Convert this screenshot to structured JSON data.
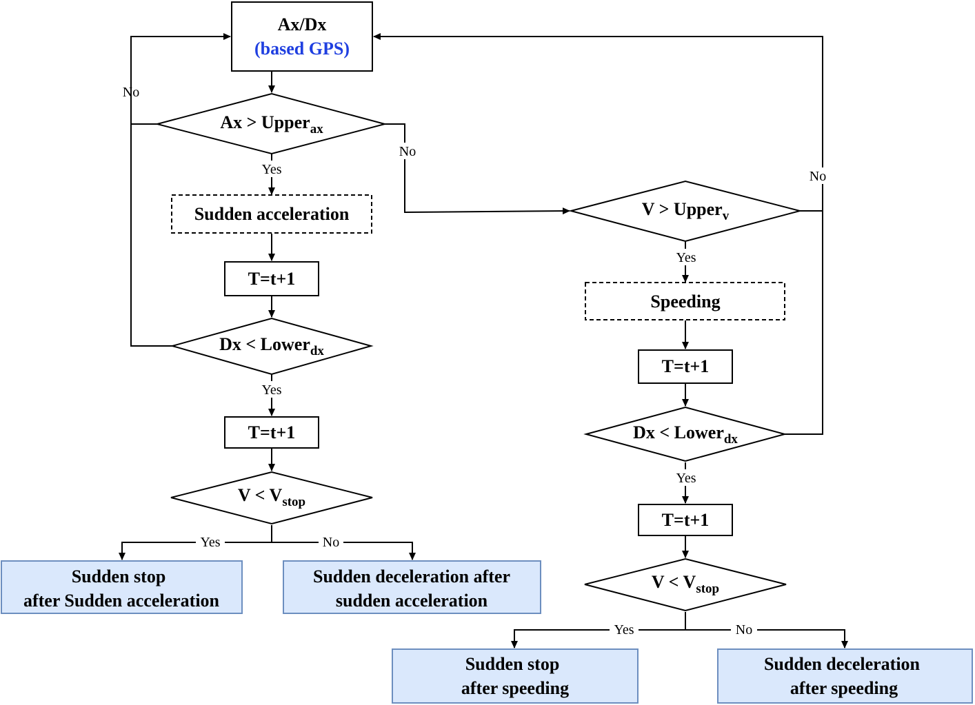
{
  "nodes": {
    "start": {
      "line1": "Ax/Dx",
      "line2": "(based GPS)"
    },
    "d_ax": {
      "main": "Ax > Upper",
      "sub": "ax"
    },
    "sudden_accel": "Sudden acceleration",
    "t1": "T=t+1",
    "d_dx_left": {
      "main": "Dx < Lower",
      "sub": "dx"
    },
    "t2": "T=t+1",
    "d_vstop_left": {
      "main": "V < V",
      "sub": "stop"
    },
    "r1": {
      "line1": "Sudden stop",
      "line2": "after Sudden acceleration"
    },
    "r2": {
      "line1": "Sudden deceleration after",
      "line2": "sudden acceleration"
    },
    "d_v": {
      "main": "V > Upper",
      "sub": "v"
    },
    "speeding": "Speeding",
    "t3": "T=t+1",
    "d_dx_right": {
      "main": "Dx < Lower",
      "sub": "dx"
    },
    "t4": "T=t+1",
    "d_vstop_right": {
      "main": "V < V",
      "sub": "stop"
    },
    "r3": {
      "line1": "Sudden stop",
      "line2": "after speeding"
    },
    "r4": {
      "line1": "Sudden deceleration",
      "line2": "after speeding"
    }
  },
  "edges": {
    "no_left_loop": "No",
    "yes_ax": "Yes",
    "no_ax": "No",
    "yes_dx_left": "Yes",
    "yes_vstop_left": "Yes",
    "no_vstop_left": "No",
    "no_right_loop": "No",
    "yes_v": "Yes",
    "yes_dx_right": "Yes",
    "yes_vstop_right": "Yes",
    "no_vstop_right": "No"
  },
  "colors": {
    "result_fill": "#dae8fc",
    "result_stroke": "#6c8ebf",
    "accent_text": "#1f3fe0"
  }
}
